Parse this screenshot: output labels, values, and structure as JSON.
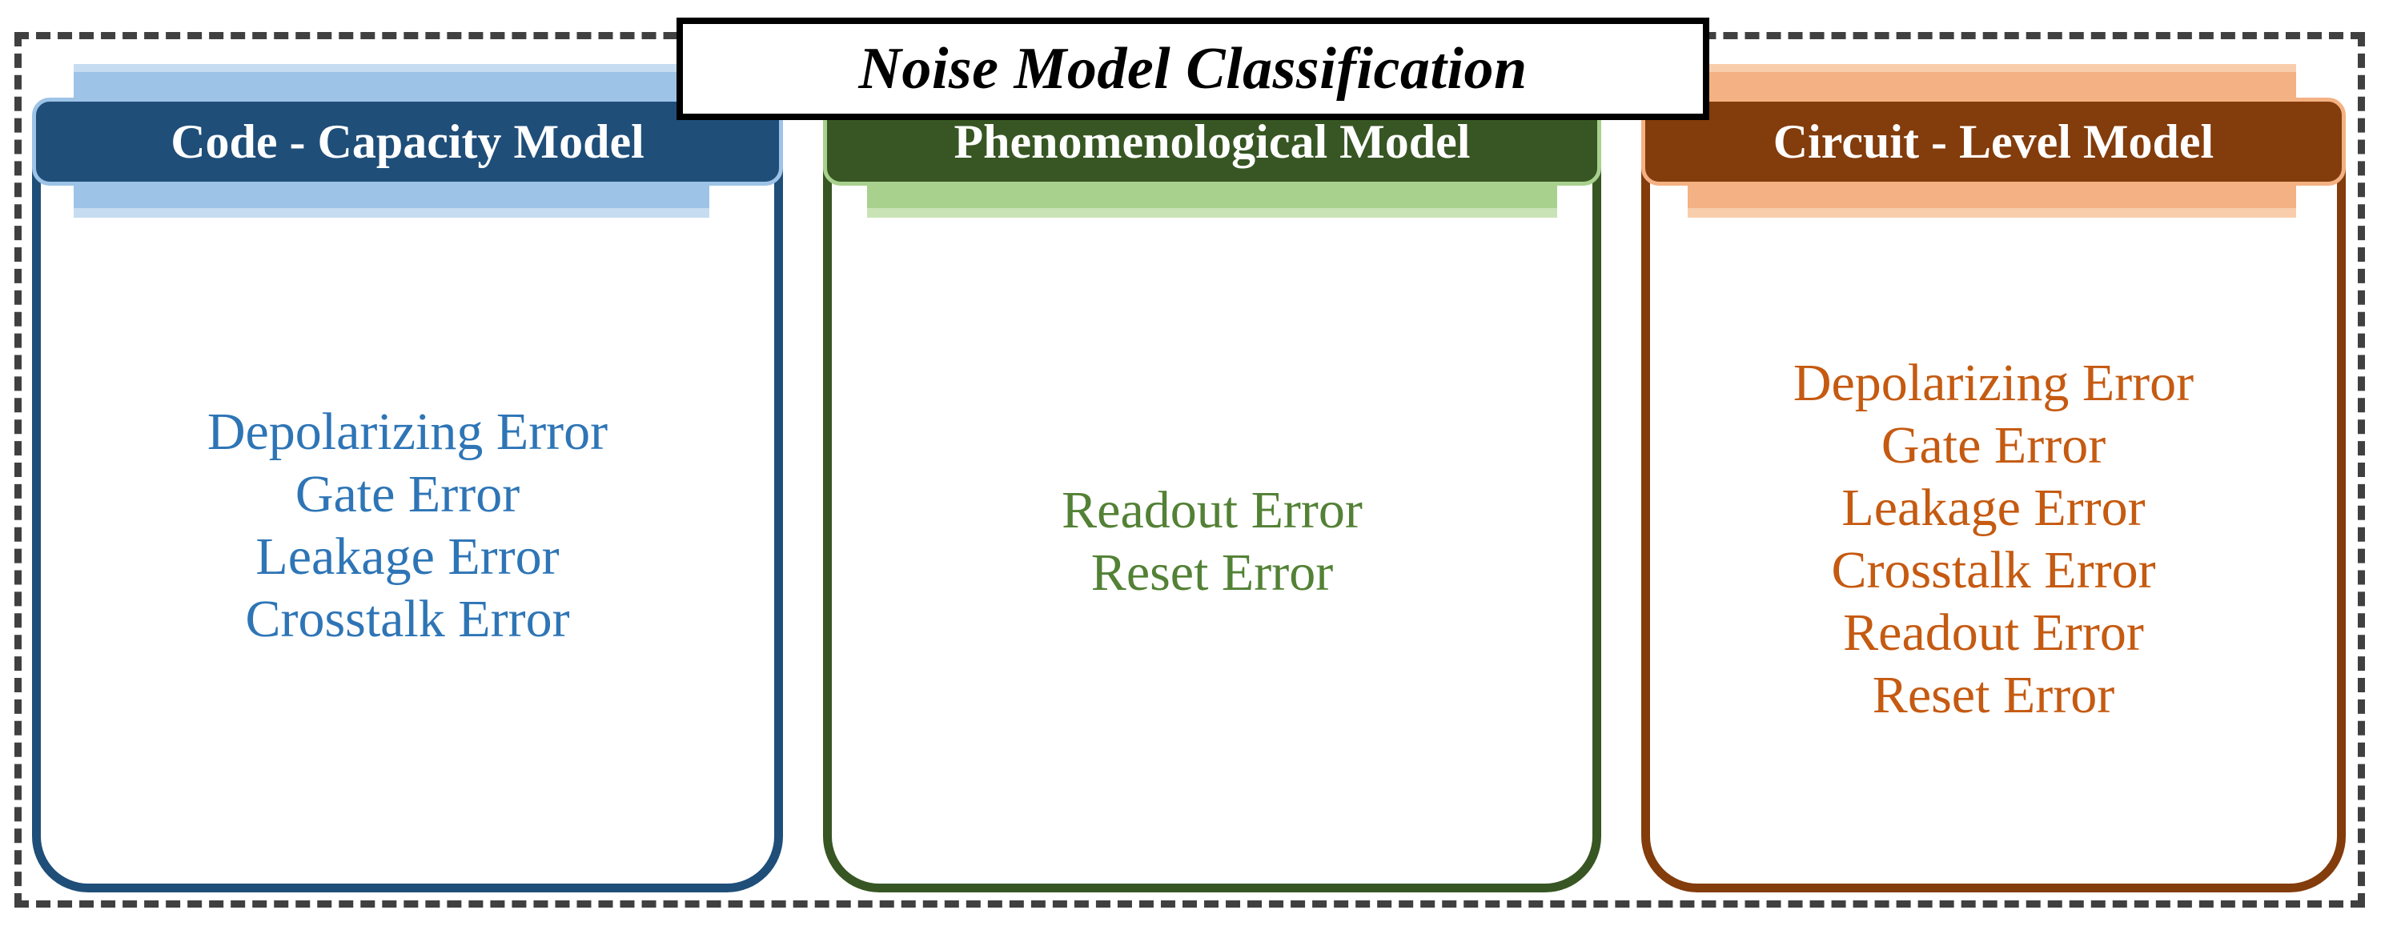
{
  "diagram": {
    "title": "Noise Model Classification",
    "border_color": "#404040",
    "title_border_color": "#000000"
  },
  "columns": [
    {
      "id": "code-capacity",
      "header": "Code - Capacity Model",
      "header_bg": "#1F4E79",
      "accent_light": "#9DC3E6",
      "text_color": "#2E75B6",
      "items": [
        "Depolarizing Error",
        "Gate Error",
        "Leakage Error",
        "Crosstalk Error"
      ]
    },
    {
      "id": "phenomenological",
      "header": "Phenomenological Model",
      "header_bg": "#375623",
      "accent_light": "#A9D18E",
      "text_color": "#538135",
      "items": [
        "Readout Error",
        "Reset Error"
      ]
    },
    {
      "id": "circuit-level",
      "header": "Circuit - Level Model",
      "header_bg": "#833C0B",
      "accent_light": "#F4B183",
      "text_color": "#C55A11",
      "items": [
        "Depolarizing Error",
        "Gate Error",
        "Leakage Error",
        "Crosstalk Error",
        "Readout Error",
        "Reset Error"
      ]
    }
  ]
}
